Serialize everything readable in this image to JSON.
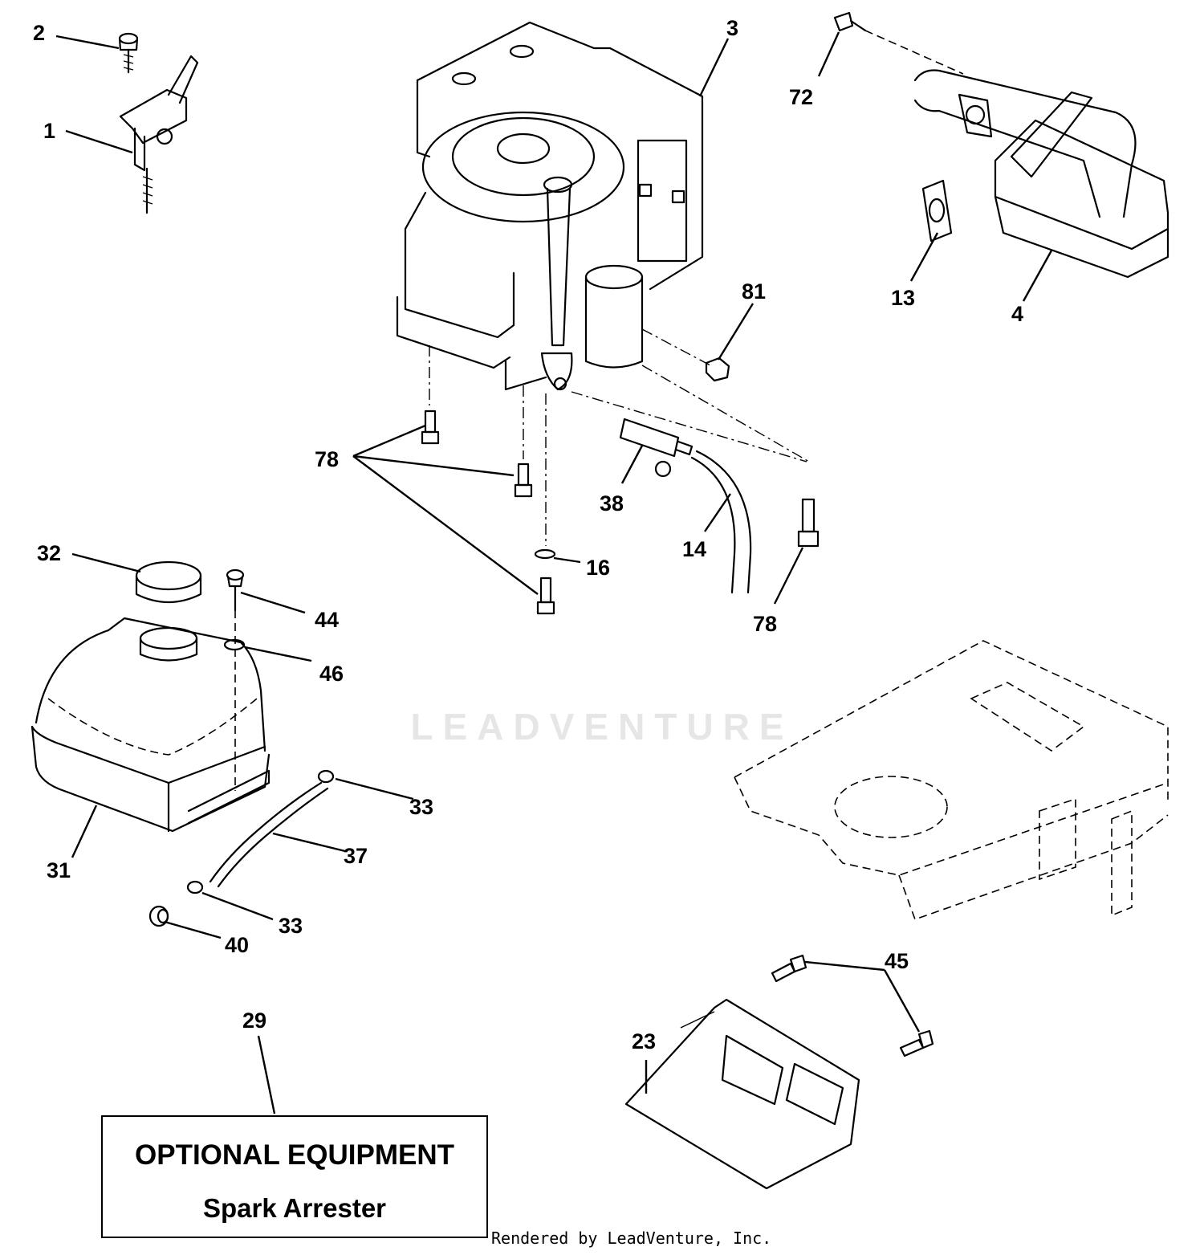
{
  "callouts": {
    "c1": "1",
    "c2": "2",
    "c3": "3",
    "c4": "4",
    "c13": "13",
    "c14": "14",
    "c16": "16",
    "c23": "23",
    "c29": "29",
    "c31": "31",
    "c32": "32",
    "c33a": "33",
    "c33b": "33",
    "c37": "37",
    "c38": "38",
    "c40": "40",
    "c44": "44",
    "c45": "45",
    "c46": "46",
    "c72": "72",
    "c78a": "78",
    "c78b": "78",
    "c81": "81"
  },
  "optional_box": {
    "title": "OPTIONAL EQUIPMENT",
    "subtitle": "Spark Arrester"
  },
  "watermark": "LEADVENTURE",
  "footer": "Rendered by LeadVenture, Inc."
}
